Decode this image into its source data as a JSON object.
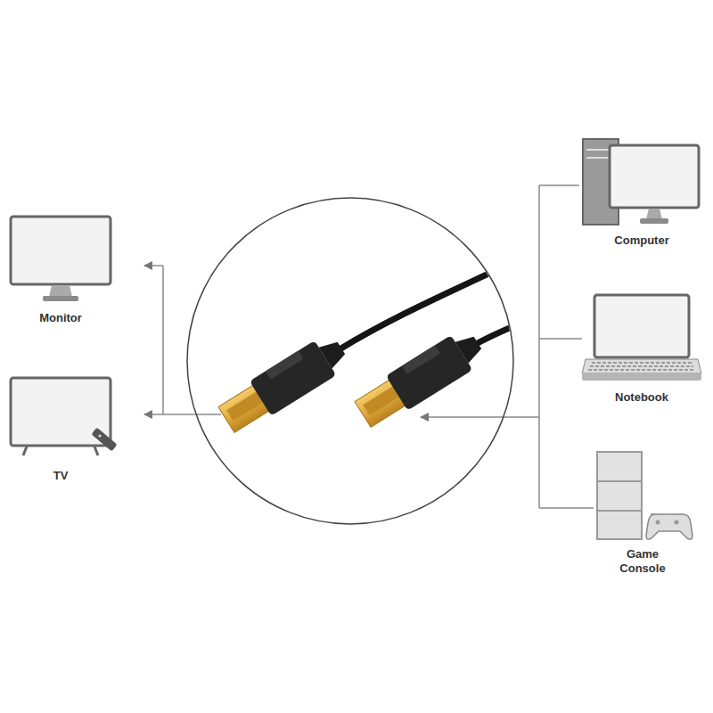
{
  "diagram": {
    "nodes": [
      {
        "text": [
          "Monitor"
        ]
      },
      {
        "text": [
          "TV"
        ]
      },
      {
        "text": [
          "Computer"
        ]
      },
      {
        "text": [
          "Notebook"
        ]
      },
      {
        "text": [
          "Game Console"
        ]
      }
    ]
  }
}
